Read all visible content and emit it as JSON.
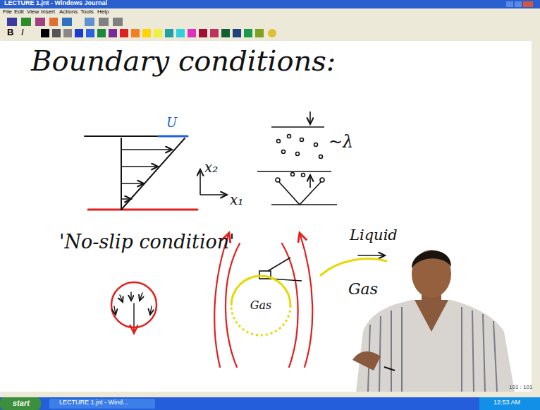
{
  "diagram": {
    "title": "Boundary conditions:",
    "nodes": [
      {
        "text": [
          "Gas"
        ]
      }
    ],
    "labels": [
      "LECTURE 1.jnt - Windows Journal",
      "File",
      "Edit",
      "View",
      "Insert",
      "Actions",
      "Tools",
      "Help",
      "B",
      "I",
      "U",
      "x₂",
      "x₁",
      "~λ",
      "'No-slip condition'",
      "Liquid",
      "Gas",
      "start",
      "LECTURE 1.jnt - Wind...",
      "101 : 101",
      "12:53 AM"
    ]
  }
}
